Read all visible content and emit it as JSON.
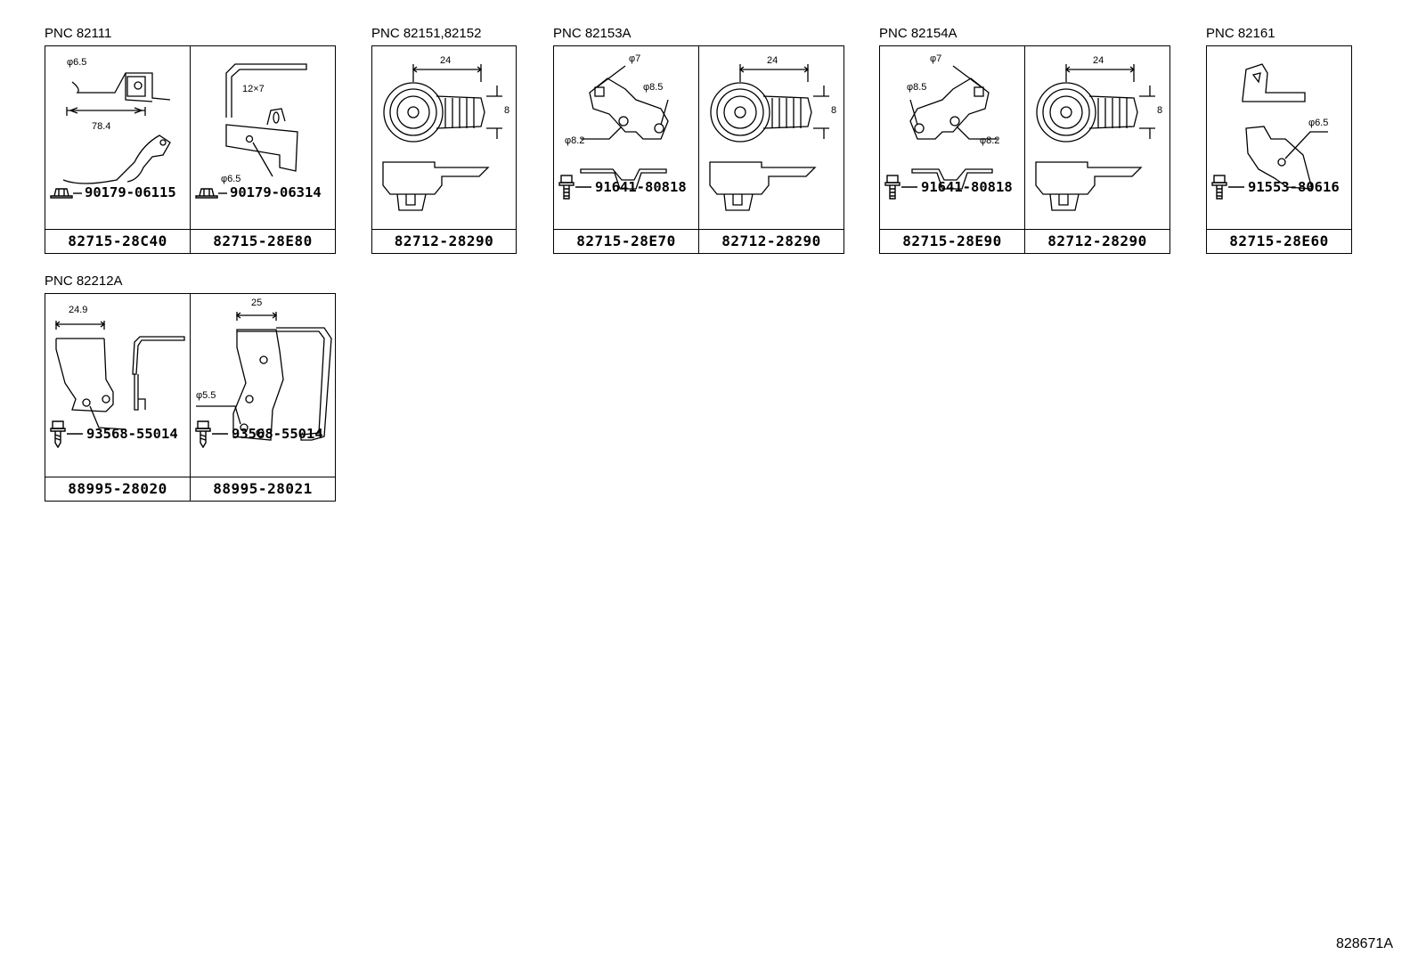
{
  "groups": [
    {
      "pnc": "PNC 82111",
      "cells": [
        {
          "part": "82715-28C40",
          "fastener": "90179-06115",
          "fastener_icon": "flange-nut-icon",
          "dims": [
            "φ6.5",
            "78.4"
          ]
        },
        {
          "part": "82715-28E80",
          "fastener": "90179-06314",
          "fastener_icon": "flange-nut-icon",
          "dims": [
            "12×7",
            "φ6.5"
          ]
        }
      ]
    },
    {
      "pnc": "PNC 82151,82152",
      "cells": [
        {
          "part": "82712-28290",
          "dims": [
            "24",
            "8"
          ]
        }
      ]
    },
    {
      "pnc": "PNC 82153A",
      "cells": [
        {
          "part": "82715-28E70",
          "fastener": "91641-80818",
          "fastener_icon": "bolt-icon",
          "dims": [
            "φ7",
            "φ8.5",
            "φ8.2"
          ]
        },
        {
          "part": "82712-28290",
          "dims": [
            "24",
            "8"
          ]
        }
      ]
    },
    {
      "pnc": "PNC 82154A",
      "cells": [
        {
          "part": "82715-28E90",
          "fastener": "91641-80818",
          "fastener_icon": "bolt-icon",
          "dims": [
            "φ7",
            "φ8.5",
            "φ8.2"
          ]
        },
        {
          "part": "82712-28290",
          "dims": [
            "24",
            "8"
          ]
        }
      ]
    },
    {
      "pnc": "PNC 82161",
      "cells": [
        {
          "part": "82715-28E60",
          "fastener": "91553-80616",
          "fastener_icon": "bolt-icon",
          "dims": [
            "φ6.5"
          ]
        }
      ]
    },
    {
      "pnc": "PNC 82212A",
      "cells": [
        {
          "part": "88995-28020",
          "fastener": "93568-55014",
          "fastener_icon": "tapping-bolt-icon",
          "dims": [
            "24.9"
          ]
        },
        {
          "part": "88995-28021",
          "fastener": "93568-55014",
          "fastener_icon": "tapping-bolt-icon",
          "dims": [
            "25",
            "φ5.5"
          ]
        }
      ]
    }
  ],
  "diagram_id": "828671A"
}
